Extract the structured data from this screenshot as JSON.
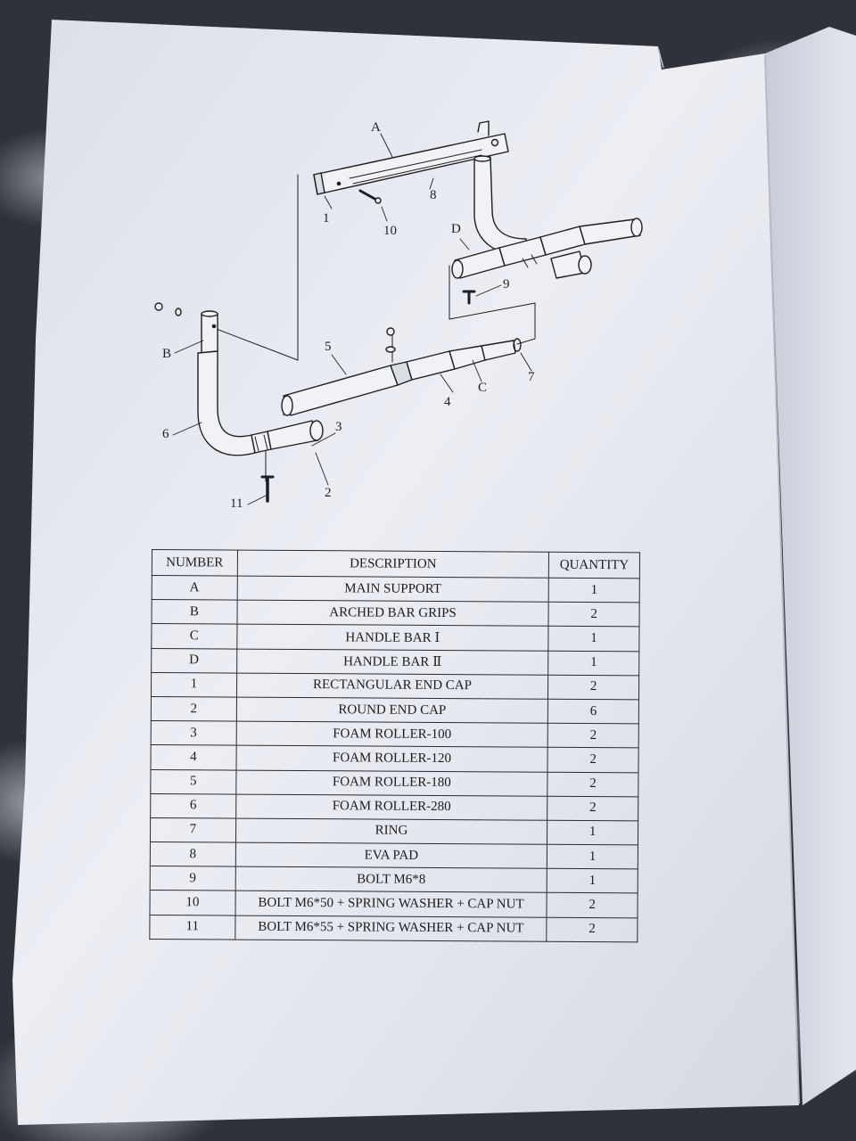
{
  "diagram": {
    "labels": {
      "A": "A",
      "B": "B",
      "C": "C",
      "D": "D",
      "n1": "1",
      "n2": "2",
      "n3": "3",
      "n4": "4",
      "n5": "5",
      "n6": "6",
      "n7": "7",
      "n8": "8",
      "n9": "9",
      "n10": "10",
      "n11": "11"
    }
  },
  "parts_table": {
    "headers": [
      "NUMBER",
      "DESCRIPTION",
      "QUANTITY"
    ],
    "rows": [
      {
        "number": "A",
        "description": "MAIN SUPPORT",
        "quantity": "1"
      },
      {
        "number": "B",
        "description": "ARCHED BAR GRIPS",
        "quantity": "2"
      },
      {
        "number": "C",
        "description": "HANDLE BAR Ⅰ",
        "quantity": "1"
      },
      {
        "number": "D",
        "description": "HANDLE BAR Ⅱ",
        "quantity": "1"
      },
      {
        "number": "1",
        "description": "RECTANGULAR END CAP",
        "quantity": "2"
      },
      {
        "number": "2",
        "description": "ROUND END CAP",
        "quantity": "6"
      },
      {
        "number": "3",
        "description": "FOAM ROLLER-100",
        "quantity": "2"
      },
      {
        "number": "4",
        "description": "FOAM ROLLER-120",
        "quantity": "2"
      },
      {
        "number": "5",
        "description": "FOAM ROLLER-180",
        "quantity": "2"
      },
      {
        "number": "6",
        "description": "FOAM ROLLER-280",
        "quantity": "2"
      },
      {
        "number": "7",
        "description": "RING",
        "quantity": "1"
      },
      {
        "number": "8",
        "description": "EVA PAD",
        "quantity": "1"
      },
      {
        "number": "9",
        "description": "BOLT M6*8",
        "quantity": "1"
      },
      {
        "number": "10",
        "description": "BOLT M6*50 + SPRING WASHER + CAP NUT",
        "quantity": "2"
      },
      {
        "number": "11",
        "description": "BOLT M6*55 + SPRING WASHER + CAP NUT",
        "quantity": "2"
      }
    ]
  },
  "colors": {
    "paper": "#e6e8f0",
    "ink": "#1e1e22",
    "background": "#2f3238"
  }
}
